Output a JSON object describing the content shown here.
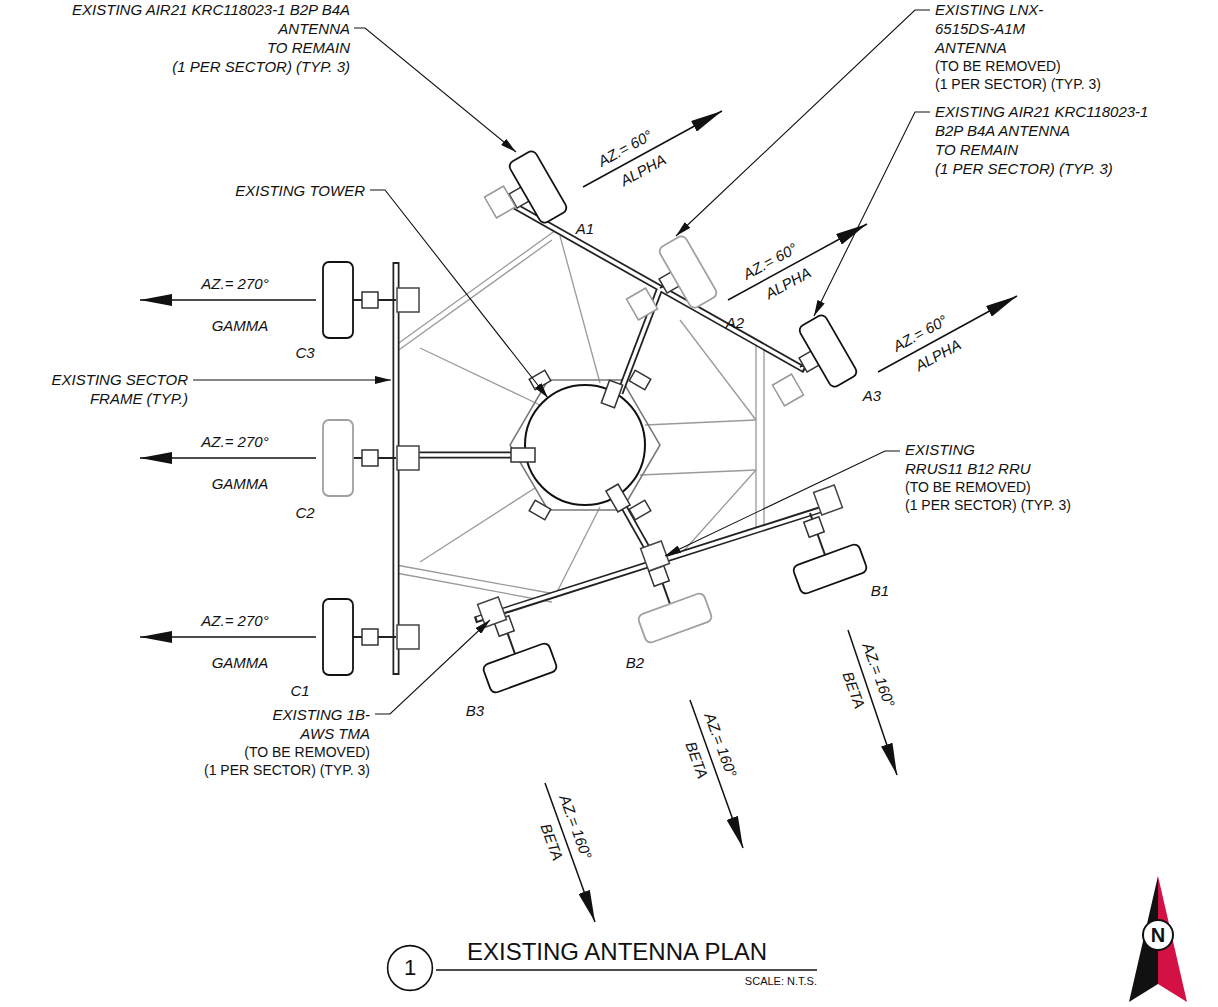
{
  "diagram": {
    "title": "EXISTING ANTENNA PLAN",
    "nodes": [
      {
        "text": [
          "1"
        ]
      },
      {
        "text": [
          "N"
        ]
      }
    ],
    "labels": [
      "EXISTING AIR21 KRC118023-1 B2P B4A ANTENNA",
      "TO REMAIN",
      "(1 PER SECTOR) (TYP. 3)",
      "EXISTING LNX-6515DS-A1M ANTENNA",
      "(TO BE REMOVED)",
      "(1 PER SECTOR) (TYP. 3)",
      "EXISTING AIR21 KRC118023-1 B2P B4A ANTENNA",
      "TO REMAIN",
      "(1 PER SECTOR) (TYP. 3)",
      "EXISTING TOWER",
      "AZ.= 60°",
      "ALPHA",
      "A1",
      "AZ.= 60°",
      "ALPHA",
      "A2",
      "AZ.= 60°",
      "ALPHA",
      "A3",
      "AZ.= 270°",
      "GAMMA",
      "C3",
      "EXISTING SECTOR FRAME (TYP.)",
      "AZ.= 270°",
      "GAMMA",
      "C2",
      "EXISTING RRUS11 B12 RRU",
      "(TO BE REMOVED)",
      "(1 PER SECTOR) (TYP. 3)",
      "AZ.= 270°",
      "GAMMA",
      "C1",
      "B1",
      "AZ.= 160°",
      "BETA",
      "B2",
      "AZ.= 160°",
      "BETA",
      "EXISTING 1B-AWS TMA",
      "(TO BE REMOVED)",
      "(1 PER SECTOR) (TYP. 3)",
      "B3",
      "AZ.= 160°",
      "BETA",
      "SCALE: N.T.S."
    ]
  }
}
